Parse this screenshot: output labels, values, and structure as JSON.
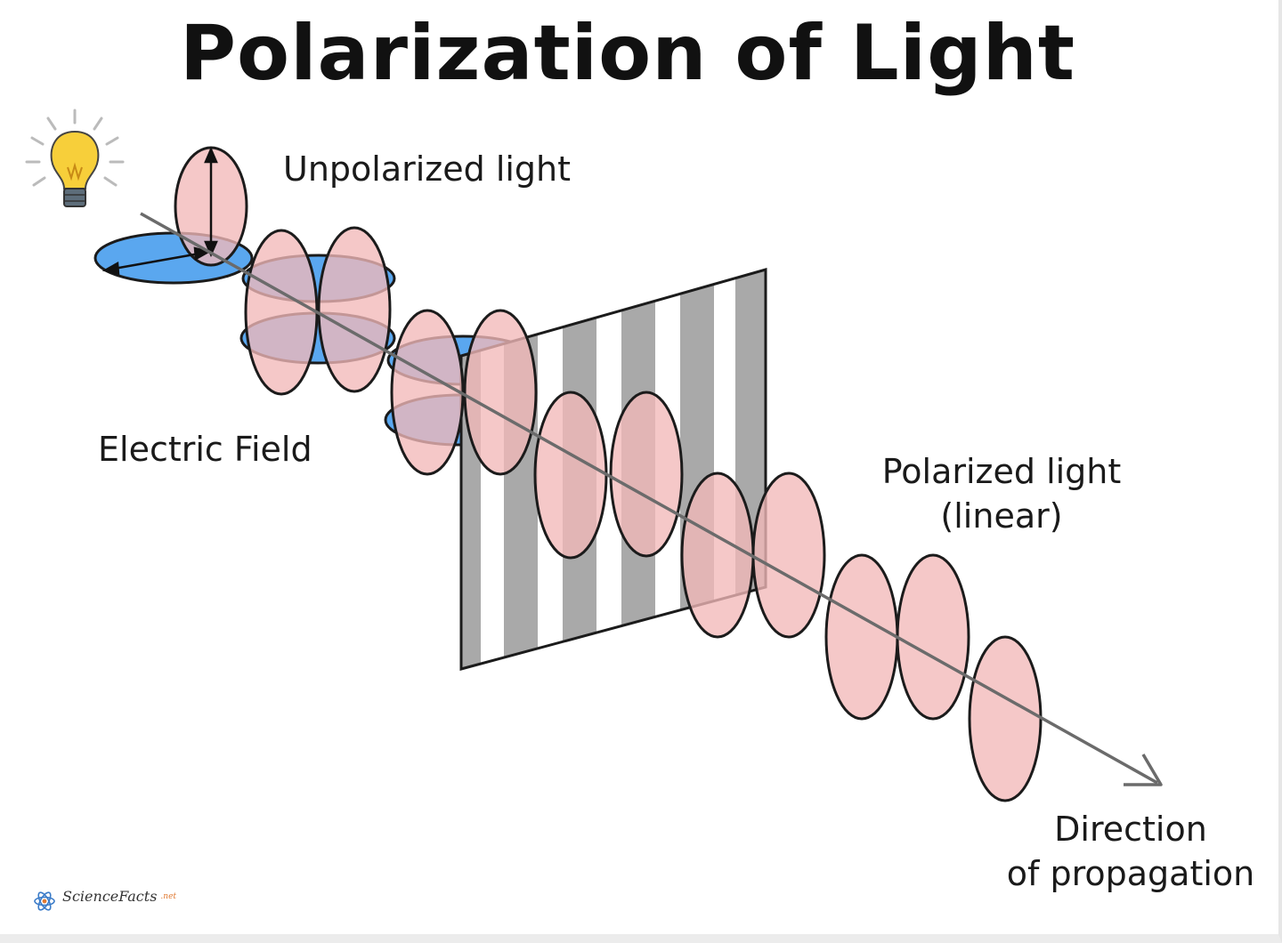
{
  "title": "Polarization of Light",
  "labels": {
    "unpolarized": "Unpolarized light",
    "electric_field": "Electric Field",
    "polarized_line1": "Polarized light",
    "polarized_line2": "(linear)",
    "direction_line1": "Direction",
    "direction_line2": "of propagation"
  },
  "logo": {
    "brand": "ScienceFacts",
    "suffix": ".net"
  },
  "colors": {
    "vertical_wave": "#f2b8b8",
    "horizontal_wave": "#5aa7ef",
    "filter_stripe": "#a9a9a9",
    "outline": "#222222",
    "axis": "#6b6b6b"
  },
  "icons": [
    "light-bulb-icon",
    "atom-logo-icon"
  ]
}
